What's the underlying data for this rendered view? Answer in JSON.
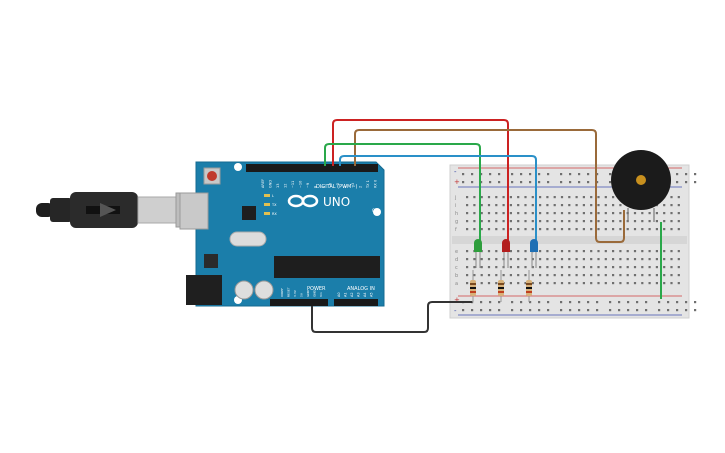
{
  "arduino": {
    "brand": "UNO",
    "digital_label": "DIGITAL (PWM~)",
    "power_label": "POWER",
    "analog_label": "ANALOG IN",
    "digital_pins": [
      "AREF",
      "GND",
      "13",
      "12",
      "~11",
      "~10",
      "~9",
      "8",
      "7",
      "~6",
      "~5",
      "4",
      "~3",
      "2",
      "TX 1",
      "RX 0"
    ],
    "power_pins": [
      "IOREF",
      "RESET",
      "3.3V",
      "5V",
      "GND",
      "GND",
      "Vin"
    ],
    "analog_pins": [
      "A0",
      "A1",
      "A2",
      "A3",
      "A4",
      "A5"
    ],
    "led_labels": [
      "L",
      "TX",
      "RX"
    ],
    "on_label": "ON"
  },
  "breadboard": {
    "row_letters_top": [
      "j",
      "i",
      "h",
      "g",
      "f"
    ],
    "row_letters_bottom": [
      "e",
      "d",
      "c",
      "b",
      "a"
    ],
    "rail_plus": "+",
    "rail_minus": "-"
  },
  "components": {
    "leds": [
      {
        "name": "green-led",
        "color": "#2e9e3c"
      },
      {
        "name": "red-led",
        "color": "#b31e1e"
      },
      {
        "name": "blue-led",
        "color": "#1f6fb4"
      }
    ],
    "buzzer_color": "#1b1b1b",
    "wire_colors": {
      "red": "#cc2222",
      "brown": "#9a6a3a",
      "green": "#2aa84a",
      "blue": "#2a90c8",
      "black": "#333333"
    }
  }
}
